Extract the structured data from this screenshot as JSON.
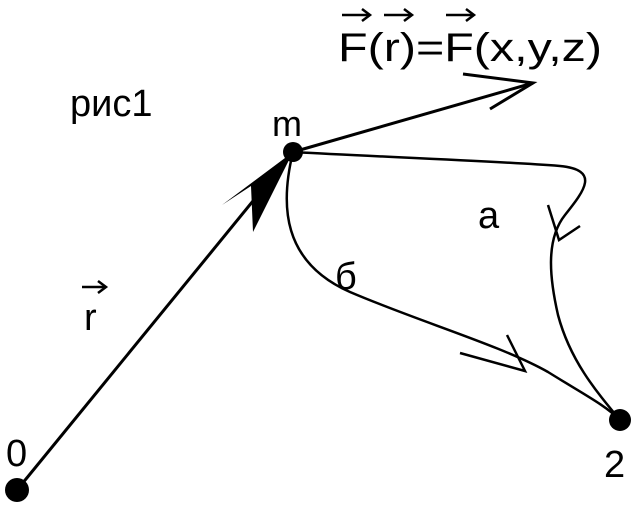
{
  "figure": {
    "caption": "рис1",
    "formula": "F(r)=F(x,y,z)",
    "mass_label": "m",
    "origin_label": "0",
    "end_label": "2",
    "radius_vector_label": "r",
    "path_a_label": "а",
    "path_b_label": "б"
  },
  "colors": {
    "ink": "#000000",
    "background": "#ffffff"
  }
}
